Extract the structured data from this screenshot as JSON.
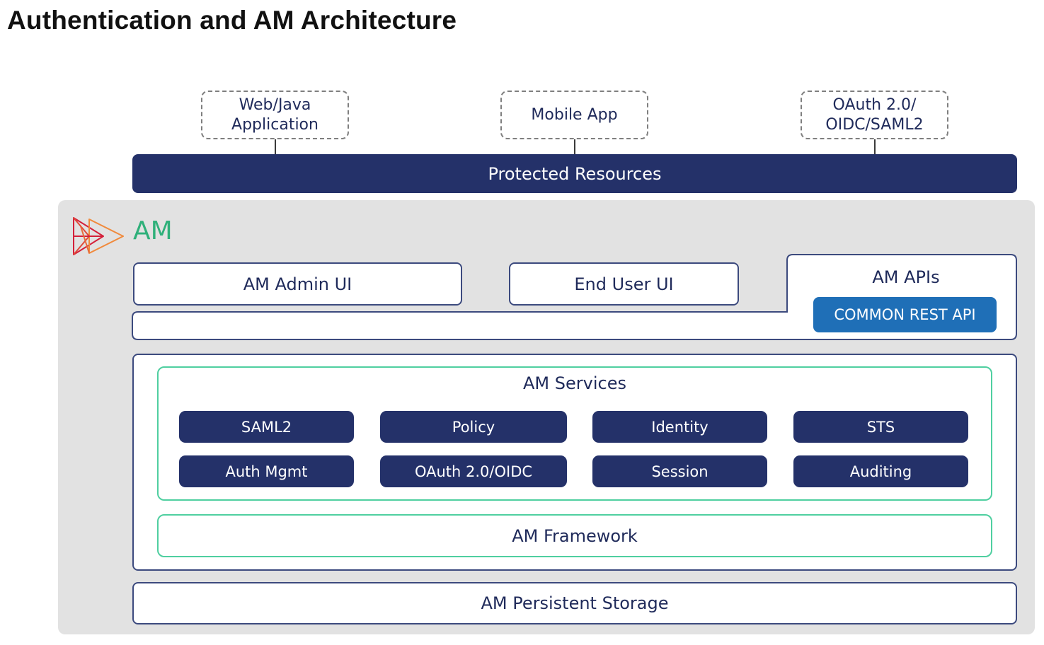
{
  "page": {
    "title": "Authentication and AM Architecture"
  },
  "clients": [
    {
      "label": "Web/Java\nApplication"
    },
    {
      "label": "Mobile App"
    },
    {
      "label": "OAuth 2.0/\nOIDC/SAML2"
    }
  ],
  "protected_resources": {
    "label": "Protected Resources"
  },
  "am": {
    "label": "AM",
    "admin_ui": "AM Admin UI",
    "end_user_ui": "End User UI",
    "apis": {
      "title": "AM APIs",
      "common_rest_api": "COMMON REST API"
    },
    "services": {
      "title": "AM Services",
      "items": [
        "SAML2",
        "Policy",
        "Identity",
        "STS",
        "Auth Mgmt",
        "OAuth 2.0/OIDC",
        "Session",
        "Auditing"
      ]
    },
    "framework": "AM Framework",
    "persistent_storage": "AM Persistent Storage"
  },
  "colors": {
    "navy": "#243169",
    "rest_blue": "#1f6fb7",
    "am_green": "#2fb07a",
    "frame_green": "#4fcfa0",
    "panel_gray": "#e2e2e2",
    "logo_red": "#d4203a",
    "logo_orange": "#f08a3c"
  }
}
